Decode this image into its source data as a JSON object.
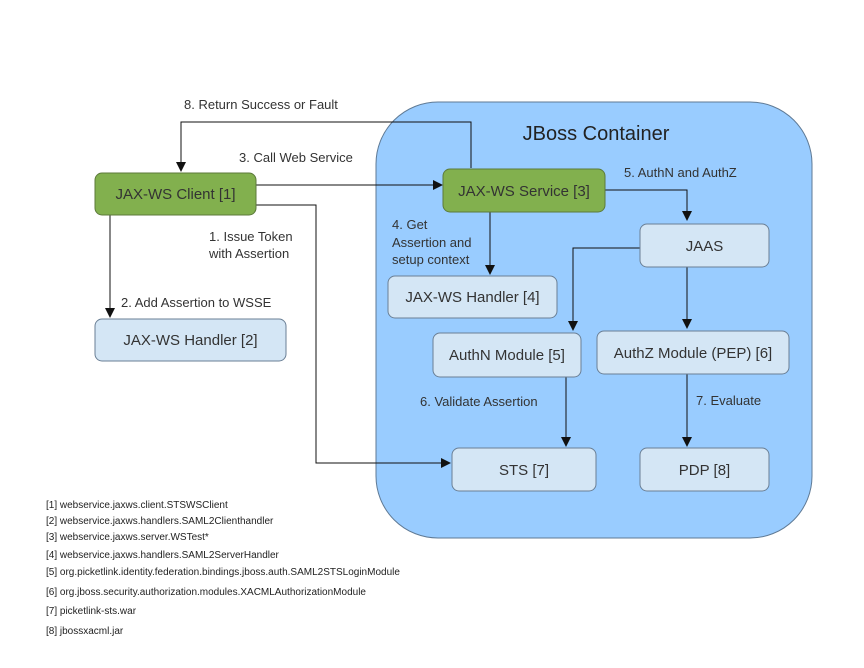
{
  "container": {
    "title": "JBoss Container",
    "fill": "#99CCFF"
  },
  "colors": {
    "green_node": "#82B04E",
    "blue_node": "#D4E6F5",
    "node_border": "#6A7F95"
  },
  "nodes": {
    "client": "JAX-WS Client [1]",
    "handler2": "JAX-WS Handler [2]",
    "service": "JAX-WS Service [3]",
    "handler4": "JAX-WS Handler [4]",
    "jaas": "JAAS",
    "authn": "AuthN Module [5]",
    "authz": "AuthZ Module (PEP) [6]",
    "sts": "STS [7]",
    "pdp": "PDP [8]"
  },
  "edges": {
    "e8": "8. Return Success or Fault",
    "e3": "3. Call Web Service",
    "e5": "5. AuthN and AuthZ",
    "e1_line1": "1. Issue Token",
    "e1_line2": "with Assertion",
    "e4_line1": "4. Get",
    "e4_line2": "Assertion and",
    "e4_line3": "setup context",
    "e2": "2. Add Assertion to WSSE",
    "e6": "6. Validate Assertion",
    "e7": "7. Evaluate"
  },
  "legend": [
    "[1] webservice.jaxws.client.STSWSClient",
    "[2] webservice.jaxws.handlers.SAML2Clienthandler",
    "[3] webservice.jaxws.server.WSTest*",
    "[4] webservice.jaxws.handlers.SAML2ServerHandler",
    "[5] org.picketlink.identity.federation.bindings.jboss.auth.SAML2STSLoginModule",
    "[6] org.jboss.security.authorization.modules.XACMLAuthorizationModule",
    "[7] picketlink-sts.war",
    "[8] jbossxacml.jar"
  ]
}
